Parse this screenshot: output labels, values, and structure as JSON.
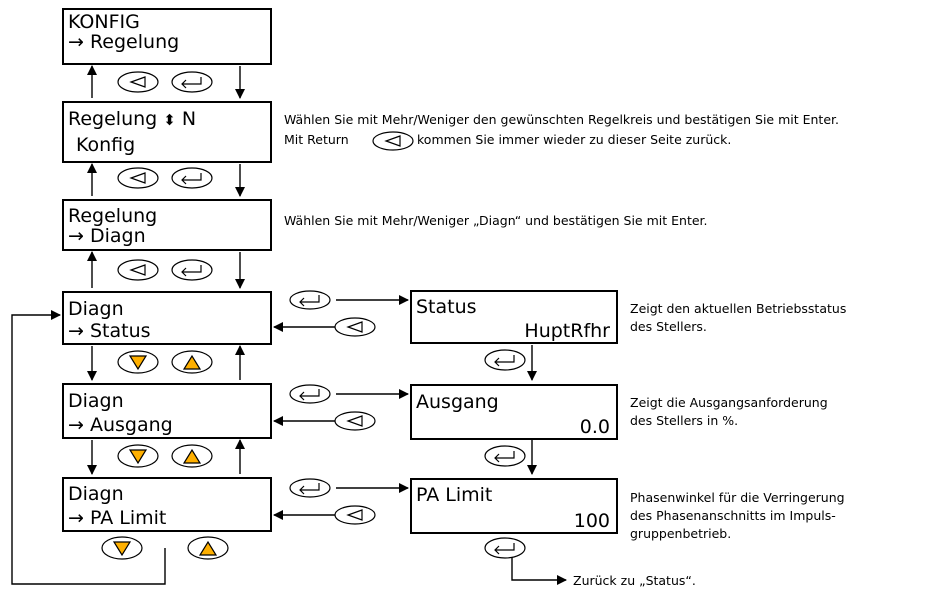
{
  "menu": {
    "konfig": {
      "line1": "KONFIG",
      "line2": "→ Regelung"
    },
    "regelung_select": {
      "line1": "Regelung",
      "updown": "⬍",
      "n": "N",
      "line2": "Konfig"
    },
    "regelung_diagn": {
      "line1": "Regelung",
      "line2": "→ Diagn"
    },
    "diagn_status": {
      "line1": "Diagn",
      "line2": "→ Status"
    },
    "diagn_ausgang": {
      "line1": "Diagn",
      "line2": "→ Ausgang"
    },
    "diagn_palimit": {
      "line1": "Diagn",
      "line2": "→ PA Limit"
    }
  },
  "values": {
    "status": {
      "title": "Status",
      "value": "HuptRfhr"
    },
    "ausgang": {
      "title": "Ausgang",
      "value": "0.0"
    },
    "palimit": {
      "title": "PA Limit",
      "value": "100"
    }
  },
  "notes": {
    "n1a": "Wählen Sie mit Mehr/Weniger den gewünschten Regelkreis und bestätigen Sie mit Enter.",
    "n1b_pre": "Mit Return",
    "n1b_post": "kommen Sie immer wieder zu dieser Seite zurück.",
    "n2": "Wählen Sie mit Mehr/Weniger „Diagn“ und bestätigen Sie mit Enter.",
    "status_a": "Zeigt den aktuellen Betriebsstatus",
    "status_b": "des Stellers.",
    "ausgang_a": "Zeigt die Ausgangsanforderung",
    "ausgang_b": "des Stellers in %.",
    "pa_a": "Phasenwinkel für die Verringerung",
    "pa_b": "des Phasenanschnitts im Impuls-",
    "pa_c": "gruppenbetrieb.",
    "back": "Zurück zu „Status“."
  },
  "colors": {
    "key_fill": "#ffb000",
    "line": "#000000"
  }
}
